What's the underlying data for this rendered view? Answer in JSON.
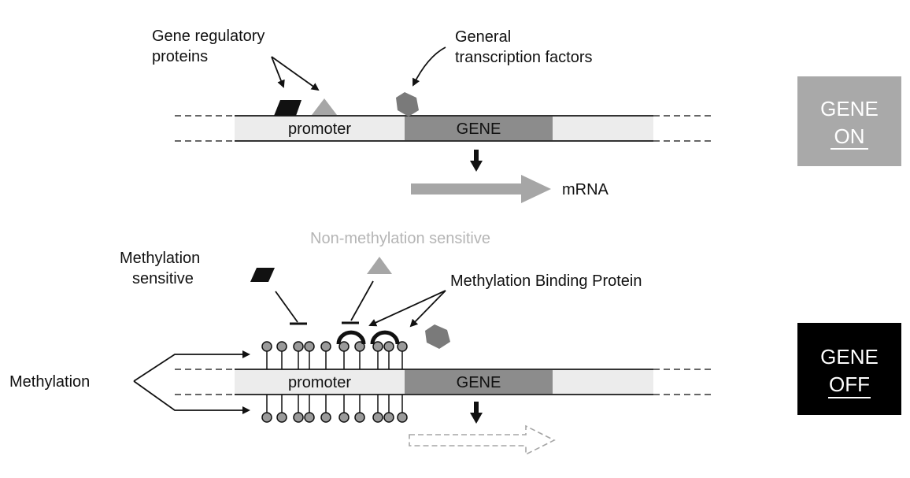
{
  "top": {
    "label_regulatory": [
      "Gene regulatory",
      "proteins"
    ],
    "label_general": [
      "General",
      "transcription factors"
    ],
    "promoter": "promoter",
    "gene": "GENE",
    "mrna": "mRNA",
    "status": [
      "GENE",
      "ON"
    ]
  },
  "bottom": {
    "label_non_methylation": "Non-methylation sensitive",
    "label_methylation_sensitive": [
      "Methylation",
      "sensitive"
    ],
    "label_binding": "Methylation Binding Protein",
    "label_methylation": "Methylation",
    "promoter": "promoter",
    "gene": "GENE",
    "status": [
      "GENE",
      "OFF"
    ]
  },
  "colors": {
    "on_box": "#a9a9a9",
    "off_box": "#000000",
    "gene_fill": "#8c8c8c",
    "promoter_fill": "#ececec",
    "arrow_grey": "#a6a6a6",
    "triangle": "#a6a6a6",
    "pentagon": "#7a7a7a",
    "methyl_dot": "#9a9a9a"
  }
}
